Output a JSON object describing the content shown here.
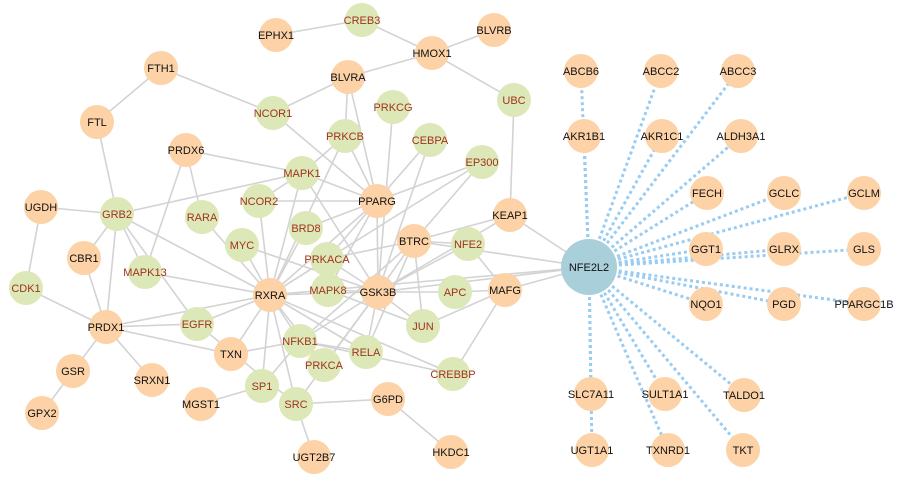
{
  "colors": {
    "orange_node": "#fcd2a6",
    "green_node": "#dde8b8",
    "hub_node": "#a9cfdb",
    "edge_gray": "#d3d3d3",
    "edge_blue": "#99ccf3",
    "label_black": "#111111",
    "label_red": "#a0321e"
  },
  "hub": {
    "id": "NFE2L2",
    "label": "NFE2L2",
    "type": "hub"
  },
  "nodes": [
    {
      "id": "EPHX1",
      "label": "EPHX1",
      "type": "orange",
      "label_color": "black"
    },
    {
      "id": "CREB3",
      "label": "CREB3",
      "type": "green",
      "label_color": "red"
    },
    {
      "id": "BLVRB",
      "label": "BLVRB",
      "type": "orange",
      "label_color": "black"
    },
    {
      "id": "HMOX1",
      "label": "HMOX1",
      "type": "orange",
      "label_color": "black"
    },
    {
      "id": "FTH1",
      "label": "FTH1",
      "type": "orange",
      "label_color": "black"
    },
    {
      "id": "BLVRA",
      "label": "BLVRA",
      "type": "orange",
      "label_color": "black"
    },
    {
      "id": "UBC",
      "label": "UBC",
      "type": "green",
      "label_color": "red"
    },
    {
      "id": "NCOR1",
      "label": "NCOR1",
      "type": "green",
      "label_color": "red"
    },
    {
      "id": "PRKCG",
      "label": "PRKCG",
      "type": "green",
      "label_color": "red"
    },
    {
      "id": "FTL",
      "label": "FTL",
      "type": "orange",
      "label_color": "black"
    },
    {
      "id": "PRKCB",
      "label": "PRKCB",
      "type": "green",
      "label_color": "red"
    },
    {
      "id": "PRDX6",
      "label": "PRDX6",
      "type": "orange",
      "label_color": "black"
    },
    {
      "id": "CEBPA",
      "label": "CEBPA",
      "type": "green",
      "label_color": "red"
    },
    {
      "id": "MAPK1",
      "label": "MAPK1",
      "type": "green",
      "label_color": "red"
    },
    {
      "id": "EP300",
      "label": "EP300",
      "type": "green",
      "label_color": "red"
    },
    {
      "id": "PPARG",
      "label": "PPARG",
      "type": "orange",
      "label_color": "black"
    },
    {
      "id": "UGDH",
      "label": "UGDH",
      "type": "orange",
      "label_color": "black"
    },
    {
      "id": "GRB2",
      "label": "GRB2",
      "type": "green",
      "label_color": "red"
    },
    {
      "id": "NCOR2",
      "label": "NCOR2",
      "type": "green",
      "label_color": "red"
    },
    {
      "id": "RARA",
      "label": "RARA",
      "type": "green",
      "label_color": "red"
    },
    {
      "id": "BRD8",
      "label": "BRD8",
      "type": "green",
      "label_color": "red"
    },
    {
      "id": "KEAP1",
      "label": "KEAP1",
      "type": "orange",
      "label_color": "black"
    },
    {
      "id": "BTRC",
      "label": "BTRC",
      "type": "orange",
      "label_color": "black"
    },
    {
      "id": "NFE2",
      "label": "NFE2",
      "type": "green",
      "label_color": "red"
    },
    {
      "id": "CBR1",
      "label": "CBR1",
      "type": "orange",
      "label_color": "black"
    },
    {
      "id": "MYC",
      "label": "MYC",
      "type": "green",
      "label_color": "red"
    },
    {
      "id": "PRKACA",
      "label": "PRKACA",
      "type": "green",
      "label_color": "red"
    },
    {
      "id": "MAPK13",
      "label": "MAPK13",
      "type": "green",
      "label_color": "red"
    },
    {
      "id": "CDK1",
      "label": "CDK1",
      "type": "green",
      "label_color": "red"
    },
    {
      "id": "RXRA",
      "label": "RXRA",
      "type": "orange",
      "label_color": "black"
    },
    {
      "id": "MAPK8",
      "label": "MAPK8",
      "type": "green",
      "label_color": "red"
    },
    {
      "id": "GSK3B",
      "label": "GSK3B",
      "type": "orange",
      "label_color": "black"
    },
    {
      "id": "APC",
      "label": "APC",
      "type": "green",
      "label_color": "red"
    },
    {
      "id": "MAFG",
      "label": "MAFG",
      "type": "orange",
      "label_color": "black"
    },
    {
      "id": "EGFR",
      "label": "EGFR",
      "type": "green",
      "label_color": "red"
    },
    {
      "id": "PRDX1",
      "label": "PRDX1",
      "type": "orange",
      "label_color": "black"
    },
    {
      "id": "NFKB1",
      "label": "NFKB1",
      "type": "green",
      "label_color": "red"
    },
    {
      "id": "JUN",
      "label": "JUN",
      "type": "green",
      "label_color": "red"
    },
    {
      "id": "RELA",
      "label": "RELA",
      "type": "green",
      "label_color": "red"
    },
    {
      "id": "TXN",
      "label": "TXN",
      "type": "orange",
      "label_color": "black"
    },
    {
      "id": "GSR",
      "label": "GSR",
      "type": "orange",
      "label_color": "black"
    },
    {
      "id": "PRKCA",
      "label": "PRKCA",
      "type": "green",
      "label_color": "red"
    },
    {
      "id": "CREBBP",
      "label": "CREBBP",
      "type": "green",
      "label_color": "red"
    },
    {
      "id": "SRXN1",
      "label": "SRXN1",
      "type": "orange",
      "label_color": "black"
    },
    {
      "id": "SP1",
      "label": "SP1",
      "type": "green",
      "label_color": "red"
    },
    {
      "id": "MGST1",
      "label": "MGST1",
      "type": "orange",
      "label_color": "black"
    },
    {
      "id": "SRC",
      "label": "SRC",
      "type": "green",
      "label_color": "red"
    },
    {
      "id": "G6PD",
      "label": "G6PD",
      "type": "orange",
      "label_color": "black"
    },
    {
      "id": "GPX2",
      "label": "GPX2",
      "type": "orange",
      "label_color": "black"
    },
    {
      "id": "UGT2B7",
      "label": "UGT2B7",
      "type": "orange",
      "label_color": "black"
    },
    {
      "id": "HKDC1",
      "label": "HKDC1",
      "type": "orange",
      "label_color": "black"
    },
    {
      "id": "ABCB6",
      "label": "ABCB6",
      "type": "orange",
      "label_color": "black"
    },
    {
      "id": "ABCC2",
      "label": "ABCC2",
      "type": "orange",
      "label_color": "black"
    },
    {
      "id": "ABCC3",
      "label": "ABCC3",
      "type": "orange",
      "label_color": "black"
    },
    {
      "id": "AKR1B1",
      "label": "AKR1B1",
      "type": "orange",
      "label_color": "black"
    },
    {
      "id": "AKR1C1",
      "label": "AKR1C1",
      "type": "orange",
      "label_color": "black"
    },
    {
      "id": "ALDH3A1",
      "label": "ALDH3A1",
      "type": "orange",
      "label_color": "black"
    },
    {
      "id": "FECH",
      "label": "FECH",
      "type": "orange",
      "label_color": "black"
    },
    {
      "id": "GCLC",
      "label": "GCLC",
      "type": "orange",
      "label_color": "black"
    },
    {
      "id": "GCLM",
      "label": "GCLM",
      "type": "orange",
      "label_color": "black"
    },
    {
      "id": "GGT1",
      "label": "GGT1",
      "type": "orange",
      "label_color": "black"
    },
    {
      "id": "GLRX",
      "label": "GLRX",
      "type": "orange",
      "label_color": "black"
    },
    {
      "id": "GLS",
      "label": "GLS",
      "type": "orange",
      "label_color": "black"
    },
    {
      "id": "NQO1",
      "label": "NQO1",
      "type": "orange",
      "label_color": "black"
    },
    {
      "id": "PGD",
      "label": "PGD",
      "type": "orange",
      "label_color": "black"
    },
    {
      "id": "PPARGC1B",
      "label": "PPARGC1B",
      "type": "orange",
      "label_color": "black"
    },
    {
      "id": "SLC7A11",
      "label": "SLC7A11",
      "type": "orange",
      "label_color": "black"
    },
    {
      "id": "SULT1A1",
      "label": "SULT1A1",
      "type": "orange",
      "label_color": "black"
    },
    {
      "id": "TALDO1",
      "label": "TALDO1",
      "type": "orange",
      "label_color": "black"
    },
    {
      "id": "UGT1A1",
      "label": "UGT1A1",
      "type": "orange",
      "label_color": "black"
    },
    {
      "id": "TXNRD1",
      "label": "TXNRD1",
      "type": "orange",
      "label_color": "black"
    },
    {
      "id": "TKT",
      "label": "TKT",
      "type": "orange",
      "label_color": "black"
    }
  ],
  "edges": [
    [
      "EPHX1",
      "CREB3"
    ],
    [
      "CREB3",
      "HMOX1"
    ],
    [
      "HMOX1",
      "BLVRB"
    ],
    [
      "HMOX1",
      "BLVRA"
    ],
    [
      "HMOX1",
      "UBC"
    ],
    [
      "BLVRA",
      "NCOR1"
    ],
    [
      "BLVRA",
      "PRKCB"
    ],
    [
      "BLVRA",
      "PPARG"
    ],
    [
      "UBC",
      "KEAP1"
    ],
    [
      "FTH1",
      "FTL"
    ],
    [
      "FTH1",
      "NCOR1"
    ],
    [
      "FTL",
      "GRB2"
    ],
    [
      "UGDH",
      "GRB2"
    ],
    [
      "UGDH",
      "CDK1"
    ],
    [
      "PRDX6",
      "MAPK1"
    ],
    [
      "PRDX6",
      "RARA"
    ],
    [
      "PRDX6",
      "MAPK13"
    ],
    [
      "GRB2",
      "MAPK1"
    ],
    [
      "GRB2",
      "RXRA"
    ],
    [
      "GRB2",
      "PRDX1"
    ],
    [
      "GRB2",
      "CBR1"
    ],
    [
      "CDK1",
      "PRDX1"
    ],
    [
      "CBR1",
      "PRDX1"
    ],
    [
      "MAPK1",
      "PPARG"
    ],
    [
      "MAPK1",
      "RXRA"
    ],
    [
      "MAPK1",
      "GSK3B"
    ],
    [
      "MAPK1",
      "NCOR2"
    ],
    [
      "MAPK1",
      "PRKCB"
    ],
    [
      "NCOR1",
      "PPARG"
    ],
    [
      "PRKCG",
      "GSK3B"
    ],
    [
      "PRKCB",
      "PPARG"
    ],
    [
      "PRKCB",
      "RXRA"
    ],
    [
      "CEBPA",
      "PPARG"
    ],
    [
      "CEBPA",
      "GSK3B"
    ],
    [
      "EP300",
      "PPARG"
    ],
    [
      "EP300",
      "RXRA"
    ],
    [
      "EP300",
      "BTRC"
    ],
    [
      "PPARG",
      "NCOR2"
    ],
    [
      "PPARG",
      "BRD8"
    ],
    [
      "PPARG",
      "MAPK8"
    ],
    [
      "PPARG",
      "RXRA"
    ],
    [
      "PPARG",
      "GSK3B"
    ],
    [
      "PPARG",
      "PRKACA"
    ],
    [
      "RARA",
      "RXRA"
    ],
    [
      "NCOR2",
      "RXRA"
    ],
    [
      "BRD8",
      "RXRA"
    ],
    [
      "MYC",
      "RXRA"
    ],
    [
      "MYC",
      "GSK3B"
    ],
    [
      "MAPK13",
      "RXRA"
    ],
    [
      "MAPK13",
      "GRB2"
    ],
    [
      "RXRA",
      "PRKACA"
    ],
    [
      "RXRA",
      "MAPK8"
    ],
    [
      "RXRA",
      "GSK3B"
    ],
    [
      "RXRA",
      "NFKB1"
    ],
    [
      "RXRA",
      "EGFR"
    ],
    [
      "RXRA",
      "TXN"
    ],
    [
      "RXRA",
      "PRDX1"
    ],
    [
      "RXRA",
      "SP1"
    ],
    [
      "RXRA",
      "SRC"
    ],
    [
      "RXRA",
      "PRKCA"
    ],
    [
      "RXRA",
      "CREBBP"
    ],
    [
      "RXRA",
      "RELA"
    ],
    [
      "PRKACA",
      "GSK3B"
    ],
    [
      "PRKACA",
      "BTRC"
    ],
    [
      "MAPK8",
      "GSK3B"
    ],
    [
      "MAPK8",
      "JUN"
    ],
    [
      "GSK3B",
      "BTRC"
    ],
    [
      "GSK3B",
      "NFE2"
    ],
    [
      "GSK3B",
      "APC"
    ],
    [
      "GSK3B",
      "JUN"
    ],
    [
      "GSK3B",
      "RELA"
    ],
    [
      "GSK3B",
      "NFKB1"
    ],
    [
      "GSK3B",
      "PRKCA"
    ],
    [
      "GSK3B",
      "SRC"
    ],
    [
      "GSK3B",
      "KEAP1"
    ],
    [
      "BTRC",
      "KEAP1"
    ],
    [
      "BTRC",
      "NFE2"
    ],
    [
      "BTRC",
      "RELA"
    ],
    [
      "BTRC",
      "NFKB1"
    ],
    [
      "BTRC",
      "JUN"
    ],
    [
      "APC",
      "MAFG"
    ],
    [
      "JUN",
      "MAFG"
    ],
    [
      "NFE2",
      "MAFG"
    ],
    [
      "CREBBP",
      "MAFG"
    ],
    [
      "CREBBP",
      "NFKB1"
    ],
    [
      "EGFR",
      "PRDX1"
    ],
    [
      "EGFR",
      "SRC"
    ],
    [
      "EGFR",
      "GRB2"
    ],
    [
      "PRDX1",
      "TXN"
    ],
    [
      "PRDX1",
      "SRXN1"
    ],
    [
      "PRDX1",
      "GSR"
    ],
    [
      "GSR",
      "GPX2"
    ],
    [
      "NFKB1",
      "RELA"
    ],
    [
      "NFKB1",
      "SP1"
    ],
    [
      "NFKB1",
      "PRKCA"
    ],
    [
      "TXN",
      "NFKB1"
    ],
    [
      "SP1",
      "MGST1"
    ],
    [
      "SRC",
      "UGT2B7"
    ],
    [
      "SRC",
      "G6PD"
    ],
    [
      "G6PD",
      "HKDC1"
    ],
    [
      "KEAP1",
      "NFE2L2"
    ],
    [
      "MAFG",
      "NFE2L2"
    ],
    [
      "GSK3B",
      "NFE2L2"
    ],
    [
      "BTRC",
      "NFE2L2"
    ],
    [
      "RXRA",
      "NFE2L2"
    ]
  ],
  "hub_targets": [
    "ABCB6",
    "ABCC2",
    "ABCC3",
    "AKR1B1",
    "AKR1C1",
    "ALDH3A1",
    "FECH",
    "GCLC",
    "GCLM",
    "GGT1",
    "GLRX",
    "GLS",
    "NQO1",
    "PGD",
    "PPARGC1B",
    "SLC7A11",
    "SULT1A1",
    "TALDO1",
    "UGT1A1",
    "TXNRD1",
    "TKT"
  ]
}
